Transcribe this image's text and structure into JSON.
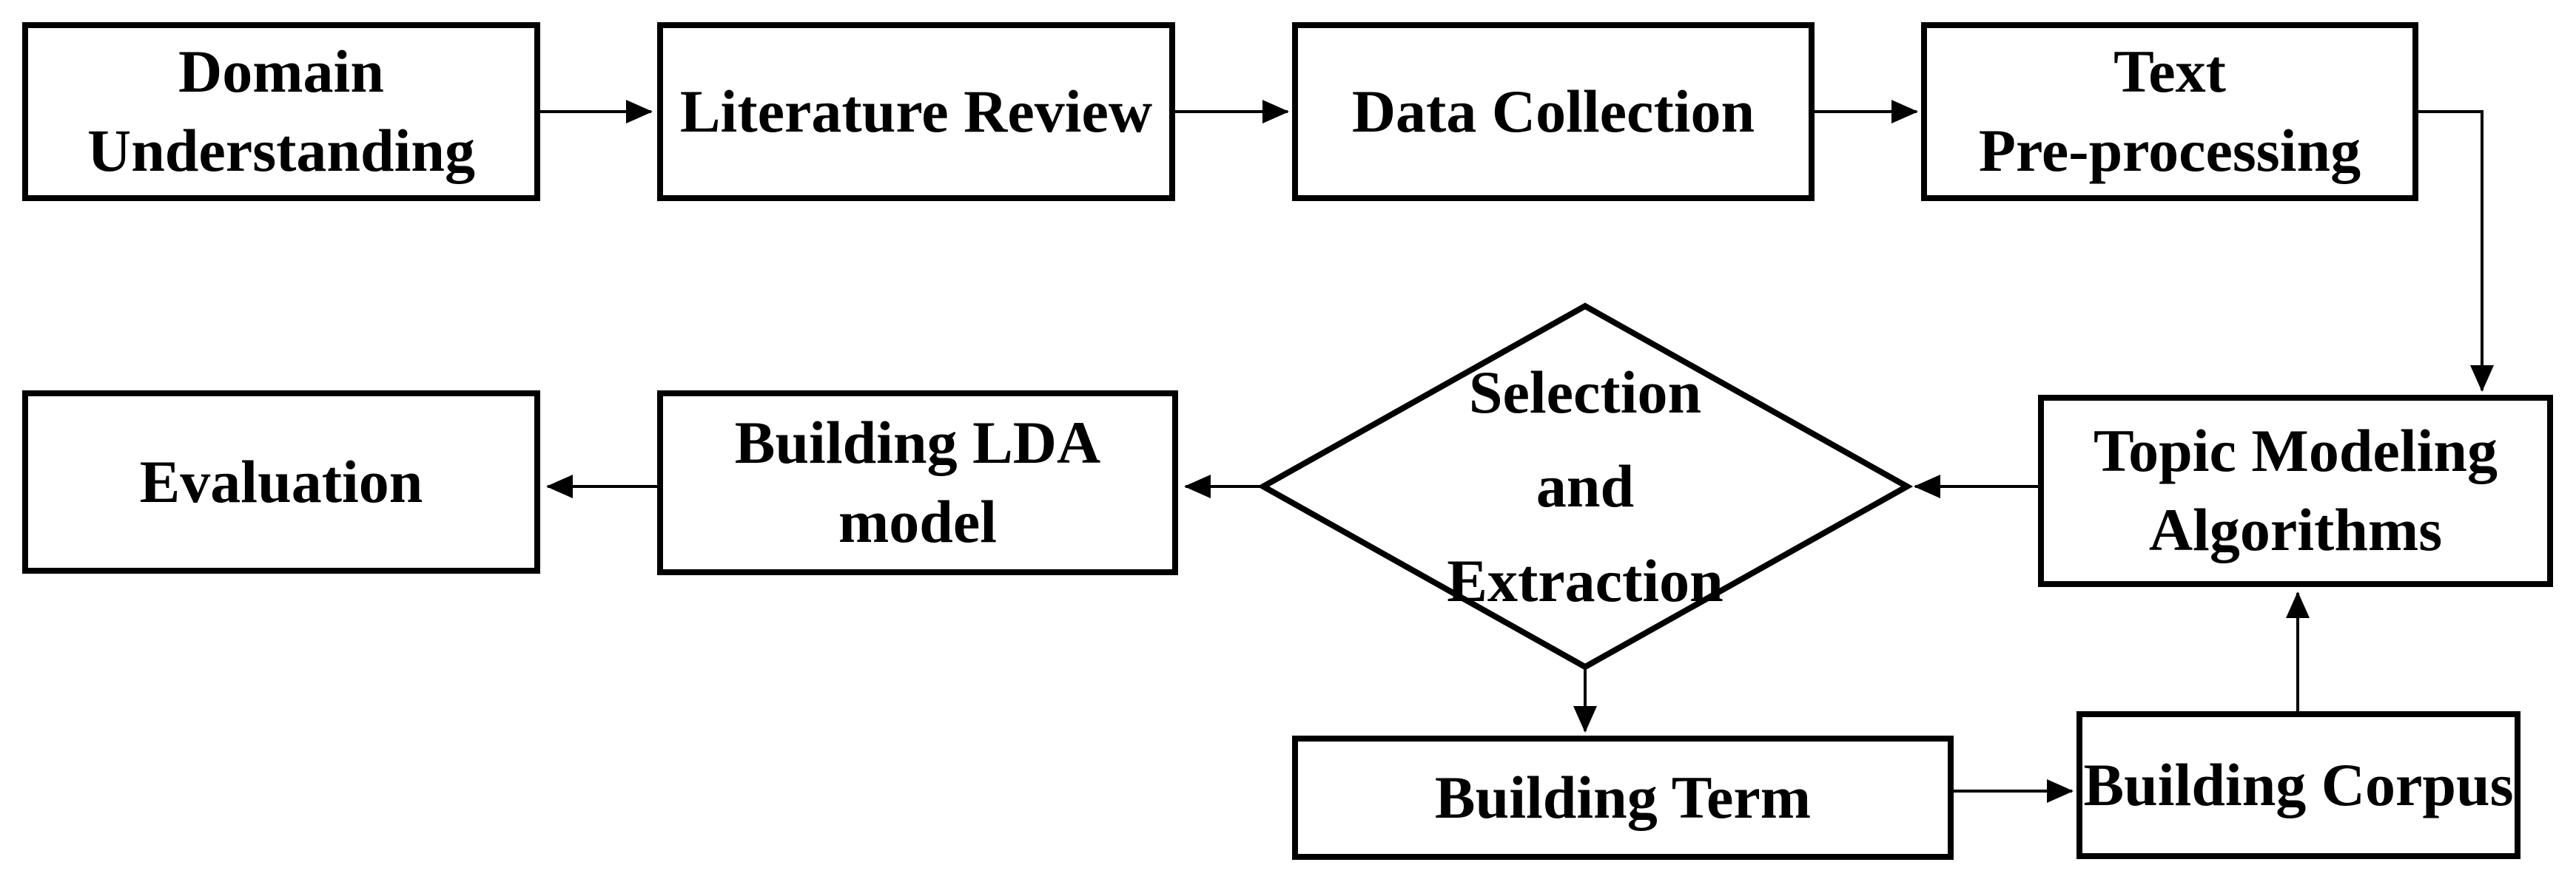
{
  "diagram": {
    "type": "flowchart",
    "background_color": "#ffffff",
    "stroke_color": "#000000",
    "text_color": "#000000"
  },
  "nodes": {
    "domain_understanding": {
      "shape": "rectangle",
      "lines": [
        "Domain",
        "Understanding"
      ]
    },
    "literature_review": {
      "shape": "rectangle",
      "lines": [
        "Literature Review"
      ]
    },
    "data_collection": {
      "shape": "rectangle",
      "lines": [
        "Data Collection"
      ]
    },
    "text_preprocessing": {
      "shape": "rectangle",
      "lines": [
        "Text",
        "Pre-processing"
      ]
    },
    "topic_modeling_algorithms": {
      "shape": "rectangle",
      "lines": [
        "Topic Modeling",
        "Algorithms"
      ]
    },
    "selection_and_extraction": {
      "shape": "diamond",
      "lines": [
        "Selection",
        "and",
        "Extraction"
      ]
    },
    "building_lda_model": {
      "shape": "rectangle",
      "lines": [
        "Building LDA",
        "model"
      ]
    },
    "evaluation": {
      "shape": "rectangle",
      "lines": [
        "Evaluation"
      ]
    },
    "building_term": {
      "shape": "rectangle",
      "lines": [
        "Building Term"
      ]
    },
    "building_corpus": {
      "shape": "rectangle",
      "lines": [
        "Building Corpus"
      ]
    }
  },
  "edges": [
    {
      "from": "domain_understanding",
      "to": "literature_review"
    },
    {
      "from": "literature_review",
      "to": "data_collection"
    },
    {
      "from": "data_collection",
      "to": "text_preprocessing"
    },
    {
      "from": "text_preprocessing",
      "to": "topic_modeling_algorithms"
    },
    {
      "from": "topic_modeling_algorithms",
      "to": "selection_and_extraction"
    },
    {
      "from": "selection_and_extraction",
      "to": "building_lda_model"
    },
    {
      "from": "building_lda_model",
      "to": "evaluation"
    },
    {
      "from": "selection_and_extraction",
      "to": "building_term"
    },
    {
      "from": "building_term",
      "to": "building_corpus"
    },
    {
      "from": "building_corpus",
      "to": "topic_modeling_algorithms"
    }
  ]
}
